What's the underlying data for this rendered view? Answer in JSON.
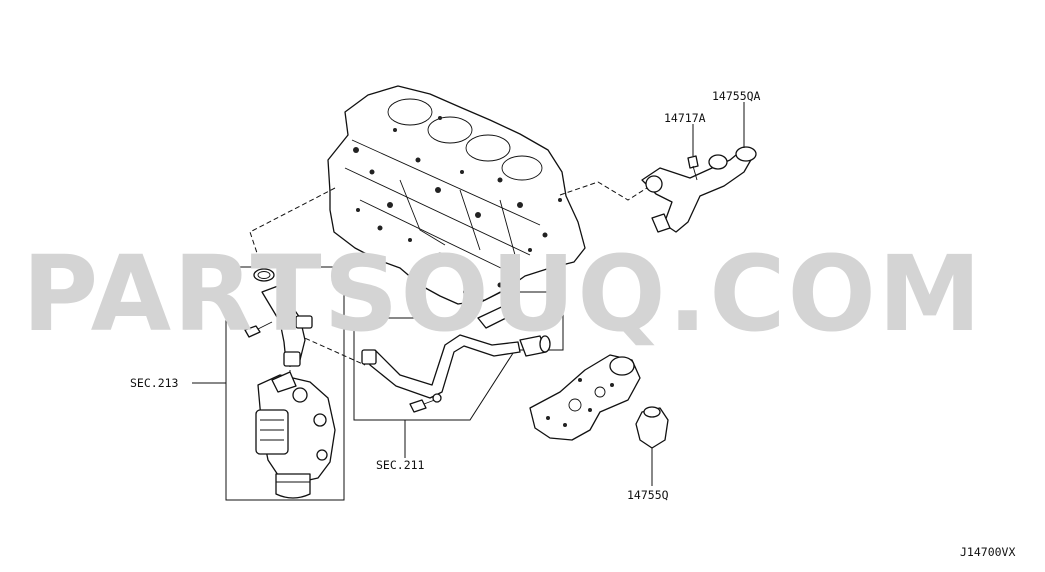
{
  "watermark": {
    "text": "PARTSOUQ.COM"
  },
  "labels": {
    "part_14755QA": "14755QA",
    "part_14717A": "14717A",
    "section_213": "SEC.213",
    "section_211": "SEC.211",
    "part_14755Q": "14755Q",
    "diagram_code": "J14700VX"
  }
}
